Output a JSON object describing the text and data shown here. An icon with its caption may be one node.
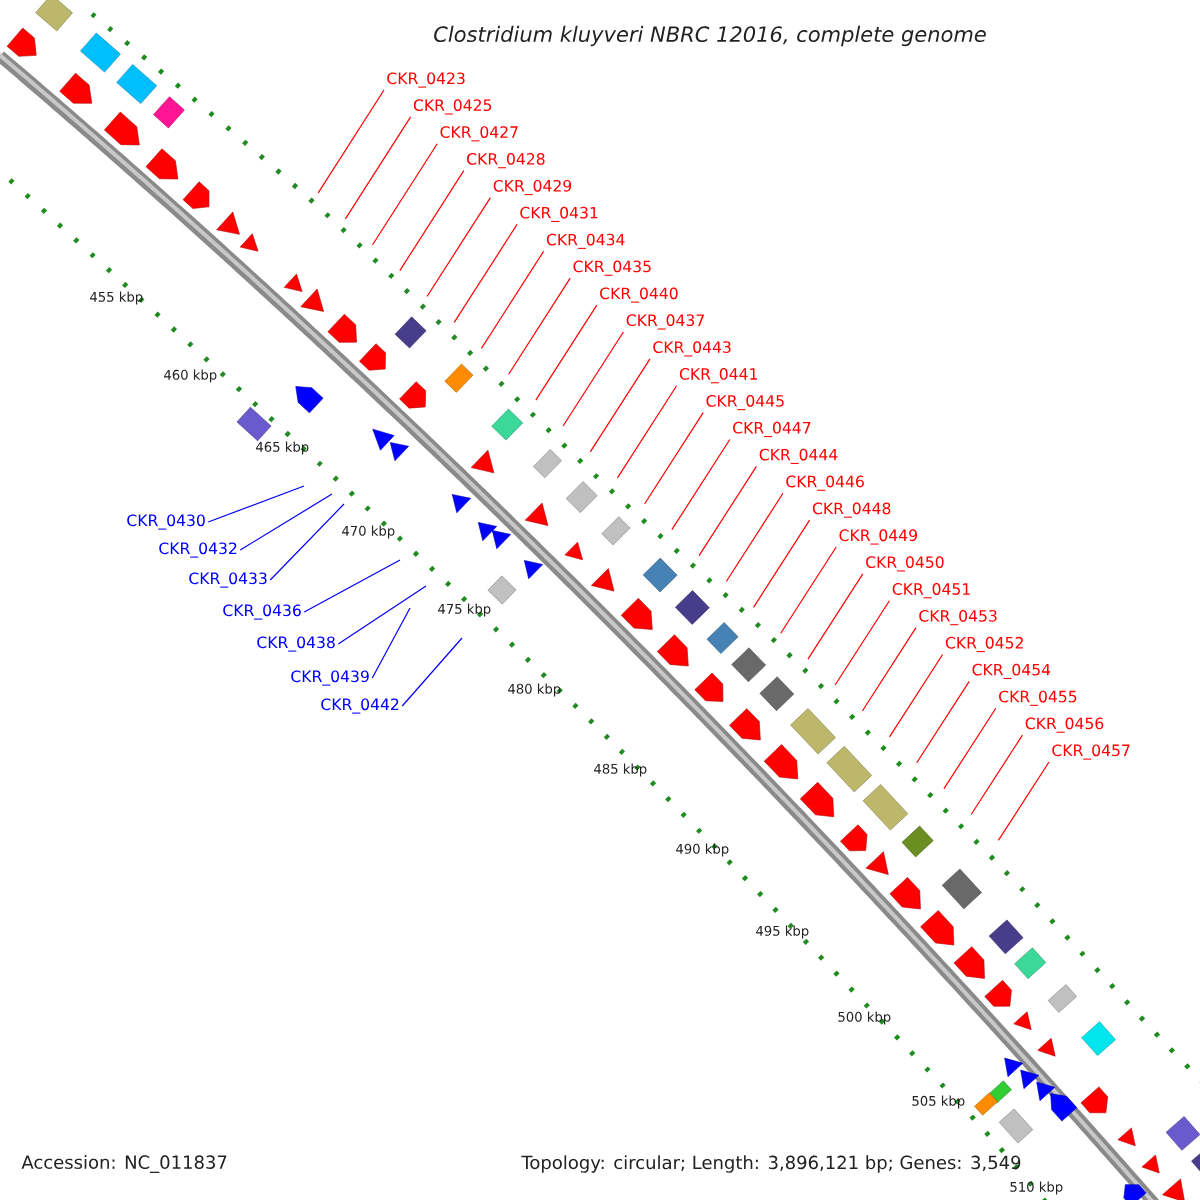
{
  "diagram": {
    "title": "Clostridium kluyveri NBRC 12016, complete genome",
    "nodes": [
      {
        "text": [
          "CKR_0423"
        ]
      },
      {
        "text": [
          "CKR_0425"
        ]
      },
      {
        "text": [
          "CKR_0427"
        ]
      },
      {
        "text": [
          "CKR_0428"
        ]
      },
      {
        "text": [
          "CKR_0429"
        ]
      },
      {
        "text": [
          "CKR_0431"
        ]
      },
      {
        "text": [
          "CKR_0434"
        ]
      },
      {
        "text": [
          "CKR_0435"
        ]
      },
      {
        "text": [
          "CKR_0437"
        ]
      },
      {
        "text": [
          "CKR_0440"
        ]
      },
      {
        "text": [
          "CKR_0443"
        ]
      },
      {
        "text": [
          "CKR_0441"
        ]
      },
      {
        "text": [
          "CKR_0445"
        ]
      },
      {
        "text": [
          "CKR_0444"
        ]
      },
      {
        "text": [
          "CKR_0447"
        ]
      },
      {
        "text": [
          "CKR_0446"
        ]
      },
      {
        "text": [
          "CKR_0448"
        ]
      },
      {
        "text": [
          "CKR_0449"
        ]
      },
      {
        "text": [
          "CKR_0450"
        ]
      },
      {
        "text": [
          "CKR_0451"
        ]
      },
      {
        "text": [
          "CKR_0453"
        ]
      },
      {
        "text": [
          "CKR_0452"
        ]
      },
      {
        "text": [
          "CKR_0454"
        ]
      },
      {
        "text": [
          "CKR_0455"
        ]
      },
      {
        "text": [
          "CKR_0456"
        ]
      },
      {
        "text": [
          "CKR_0457"
        ]
      },
      {
        "text": [
          "CKR_0430"
        ]
      },
      {
        "text": [
          "CKR_0432"
        ]
      },
      {
        "text": [
          "CKR_0433"
        ]
      },
      {
        "text": [
          "CKR_0436"
        ]
      },
      {
        "text": [
          "CKR_0438"
        ]
      },
      {
        "text": [
          "CKR_0439"
        ]
      },
      {
        "text": [
          "CKR_0442"
        ]
      }
    ],
    "edges": [
      {
        "from": 0,
        "to": null,
        "arrow": "none"
      },
      {
        "from": 1,
        "to": null,
        "arrow": "none"
      },
      {
        "from": 2,
        "to": null,
        "arrow": "none"
      },
      {
        "from": 3,
        "to": null,
        "arrow": "none"
      },
      {
        "from": 4,
        "to": null,
        "arrow": "none"
      },
      {
        "from": 5,
        "to": null,
        "arrow": "none"
      },
      {
        "from": 6,
        "to": null,
        "arrow": "none"
      },
      {
        "from": 7,
        "to": null,
        "arrow": "none"
      },
      {
        "from": 8,
        "to": null,
        "arrow": "none"
      },
      {
        "from": 9,
        "to": null,
        "arrow": "none"
      },
      {
        "from": 10,
        "to": null,
        "arrow": "none"
      },
      {
        "from": 11,
        "to": null,
        "arrow": "none"
      },
      {
        "from": 12,
        "to": null,
        "arrow": "none"
      },
      {
        "from": 13,
        "to": null,
        "arrow": "none"
      },
      {
        "from": 14,
        "to": null,
        "arrow": "none"
      },
      {
        "from": 15,
        "to": null,
        "arrow": "none"
      },
      {
        "from": 16,
        "to": null,
        "arrow": "none"
      },
      {
        "from": 17,
        "to": null,
        "arrow": "none"
      },
      {
        "from": 18,
        "to": null,
        "arrow": "none"
      },
      {
        "from": 19,
        "to": null,
        "arrow": "none"
      },
      {
        "from": 20,
        "to": null,
        "arrow": "none"
      },
      {
        "from": 21,
        "to": null,
        "arrow": "none"
      },
      {
        "from": 22,
        "to": null,
        "arrow": "none"
      },
      {
        "from": 23,
        "to": null,
        "arrow": "none"
      },
      {
        "from": 24,
        "to": null,
        "arrow": "none"
      },
      {
        "from": 25,
        "to": null,
        "arrow": "none"
      },
      {
        "from": 26,
        "to": null,
        "arrow": "none",
        "color": "#0000ff"
      },
      {
        "from": 27,
        "to": null,
        "arrow": "none",
        "color": "#0000ff"
      },
      {
        "from": 28,
        "to": null,
        "arrow": "none",
        "color": "#0000ff"
      },
      {
        "from": 29,
        "to": null,
        "arrow": "none",
        "color": "#0000ff"
      },
      {
        "from": 30,
        "to": null,
        "arrow": "none",
        "color": "#0000ff"
      },
      {
        "from": 31,
        "to": null,
        "arrow": "none",
        "color": "#0000ff"
      },
      {
        "from": 32,
        "to": null,
        "arrow": "none",
        "color": "#0000ff"
      }
    ],
    "labels": [
      "455 kbp",
      "460 kbp",
      "465 kbp",
      "470 kbp",
      "475 kbp",
      "480 kbp",
      "485 kbp",
      "490 kbp",
      "495 kbp",
      "500 kbp",
      "505 kbp",
      "510 kbp",
      "Accession: NC_011837",
      "Topology: circular; Length: 3,896,121 bp; Genes: 3,549"
    ]
  }
}
